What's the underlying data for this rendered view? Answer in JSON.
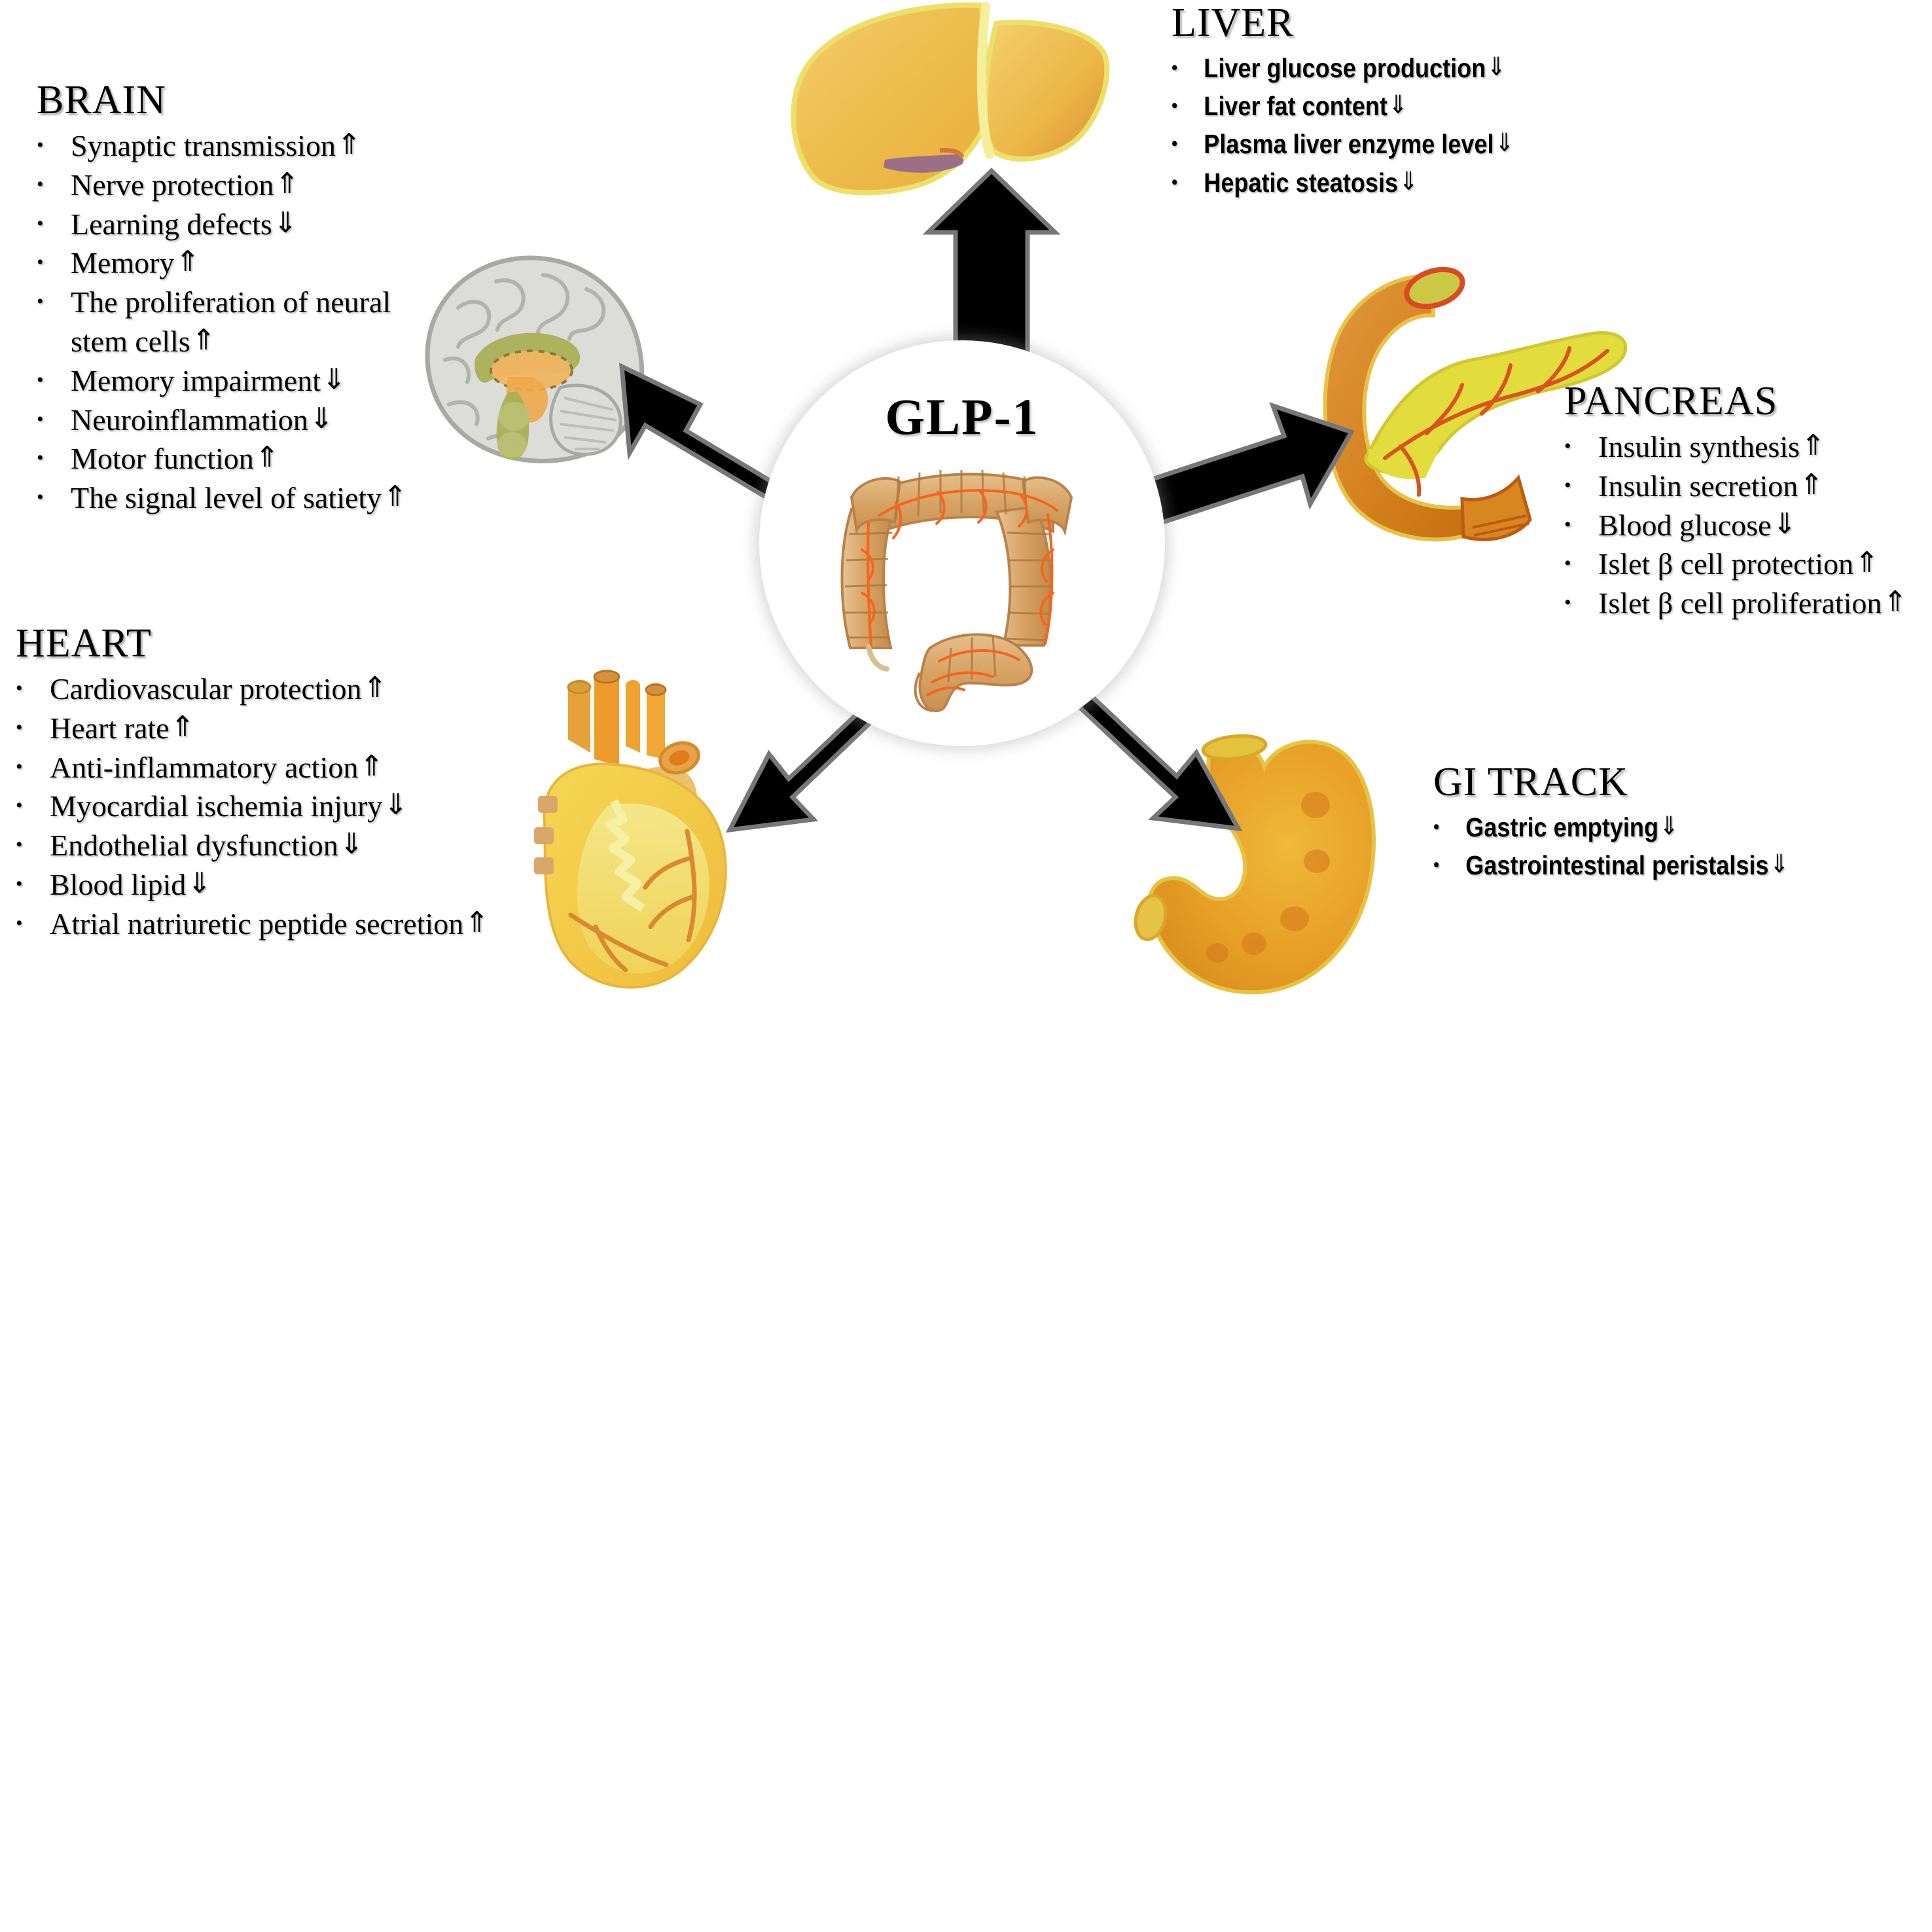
{
  "diagram": {
    "center": {
      "label": "GLP-1",
      "icon": "colon-intestine-illustration"
    },
    "arrow_up": "⇑",
    "arrow_down": "⇓",
    "sections": [
      {
        "id": "brain",
        "title": "BRAIN",
        "style": "serif",
        "icon": "brain-sagittal-illustration",
        "bullets": [
          {
            "text": "Synaptic transmission",
            "change": "⇑"
          },
          {
            "text": "Nerve protection ",
            "change": "⇑"
          },
          {
            "text": "Learning defects ",
            "change": "⇓"
          },
          {
            "text": "Memory ",
            "change": "⇑"
          },
          {
            "text": "The proliferation of neural",
            "change": ""
          },
          {
            "text": "stem cells",
            "change": "⇑"
          },
          {
            "text": "Memory impairment",
            "change": "⇓"
          },
          {
            "text": "Neuroinflammation ",
            "change": "⇓"
          },
          {
            "text": "Motor function",
            "change": "⇑"
          },
          {
            "text": "The signal level of satiety",
            "change": "⇑"
          }
        ]
      },
      {
        "id": "liver",
        "title": "LIVER",
        "style": "sans",
        "icon": "liver-illustration",
        "bullets": [
          {
            "text": "Liver glucose production",
            "change": "⇓"
          },
          {
            "text": "Liver fat content",
            "change": "⇓"
          },
          {
            "text": "Plasma liver enzyme level ",
            "change": "⇓"
          },
          {
            "text": "Hepatic steatosis",
            "change": "⇓"
          }
        ]
      },
      {
        "id": "pancreas",
        "title": "PANCREAS",
        "style": "serif",
        "icon": "pancreas-illustration",
        "bullets": [
          {
            "text": "Insulin synthesis",
            "change": "⇑"
          },
          {
            "text": "Insulin secretion",
            "change": "⇑"
          },
          {
            "text": "Blood glucose",
            "change": "⇓"
          },
          {
            "text": "Islet β cell protection",
            "change": "⇑"
          },
          {
            "text": "Islet β cell proliferation",
            "change": "⇑"
          }
        ]
      },
      {
        "id": "gi-track",
        "title": "GI TRACK",
        "style": "sans",
        "icon": "stomach-illustration",
        "bullets": [
          {
            "text": "Gastric emptying ",
            "change": "⇓"
          },
          {
            "text": "Gastrointestinal peristalsis",
            "change": "⇓"
          }
        ]
      },
      {
        "id": "heart",
        "title": "HEART",
        "style": "serif",
        "icon": "heart-illustration",
        "bullets": [
          {
            "text": "Cardiovascular protection",
            "change": "⇑"
          },
          {
            "text": "Heart rate",
            "change": "⇑"
          },
          {
            "text": "Anti-inflammatory action",
            "change": "⇑"
          },
          {
            "text": "Myocardial ischemia injury ",
            "change": "⇓"
          },
          {
            "text": "Endothelial dysfunction",
            "change": "⇓"
          },
          {
            "text": "Blood lipid",
            "change": "⇓"
          },
          {
            "text": "Atrial natriuretic peptide secretion ",
            "change": "⇑"
          }
        ]
      }
    ],
    "colors": {
      "arrow": "#000000",
      "liver": "#EFB845",
      "pancreas_head": "#D9822B",
      "pancreas_body": "#E2DC3C",
      "heart": "#F2D84A",
      "stomach": "#E8A12A",
      "brain": "#CFCFCB",
      "colon": "#D9A86B",
      "background": "#FFFFFF"
    }
  }
}
